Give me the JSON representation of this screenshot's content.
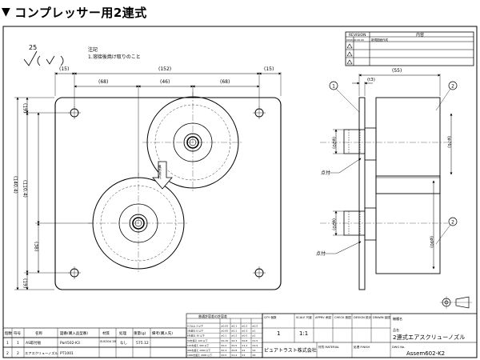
{
  "heading": {
    "triangle": "▼",
    "title": "コンプレッサー用2連式"
  },
  "notes": {
    "caption": "注記",
    "item1": "1.溶接後焼け取りのこと",
    "finish_symbol": "▽/(▽)",
    "finish_value": "25"
  },
  "revision": {
    "col_revision": "REVISION",
    "col_content": "内容",
    "row1_date": "0000.00.00.00",
    "row1_text": "新規図面作成"
  },
  "front_view": {
    "dim_top": [
      "(15)",
      "(152)",
      "(15)"
    ],
    "dim_second": [
      "(68)",
      "(46)",
      "(68)"
    ],
    "dim_left": [
      "(19)",
      "(140.4)",
      "(110.4)",
      "(38)",
      "(19)"
    ],
    "flow_arrow": "風の流れ"
  },
  "side_view": {
    "balloon1": "1",
    "balloon2": "2",
    "balloon3": "2",
    "dim_top": "(55)",
    "dim_small": "(t3)",
    "dim_d20_a": "(φ20)",
    "dim_d76": "(φ76)",
    "dim_d20_b": "(φ20)",
    "dim_d90": "(φ90)",
    "weld_label_1": "点付",
    "weld_label_2": "点付"
  },
  "accuracy_table": {
    "title": "普通許容差の許容差",
    "rows": [
      [
        "0.5以上 3 以下",
        "±0.05",
        "±0.1",
        "±0.2",
        "±0.5"
      ],
      [
        "3を超え 6 以下",
        "±0.05",
        "±0.1",
        "±0.3",
        "±1"
      ],
      [
        "6を超え 30 以下",
        "±0.1",
        "±0.2",
        "±0.5",
        "±1"
      ],
      [
        "30を超え 120 以下",
        "±0.15",
        "±0.3",
        "±0.8",
        "±1.5"
      ],
      [
        "120を超え 400 以下",
        "±0.2",
        "±0.5",
        "±1.2",
        "±2.5"
      ],
      [
        "400を超え 1000 以下",
        "±0.3",
        "±0.8",
        "±2",
        "±4"
      ],
      [
        "1000を超え 2000 以下",
        "±0.5",
        "±1.2",
        "±3",
        "±6"
      ]
    ]
  },
  "parts_list": {
    "headers": [
      "個数",
      "符号",
      "名称",
      "図番(購入品型番)",
      "材質",
      "処理",
      "重量(g)",
      "備考(購入先)"
    ],
    "rows": [
      [
        "1",
        "1",
        "AS取付板",
        "Part502-K3",
        "SUS304 2B",
        "なし",
        "575.12",
        ""
      ],
      [
        "2",
        "2",
        "エアスクリューノズル",
        "PT1001",
        "",
        "",
        "",
        ""
      ]
    ]
  },
  "title_block": {
    "qty_label": "QTY 個数",
    "qty": "1",
    "scale_label": "SCALE 尺度",
    "scale": "1:1",
    "approved": "APPRV 承認",
    "checked": "CHECK 検図",
    "design": "DESIGN 設計",
    "drawn": "DRAWN 製図",
    "name_label": "機種名",
    "name_sub": "品名",
    "name_value": "2連式エアスクリューノズル",
    "company": "ピュアトラスト株式会社",
    "material_label": "材質 MATERIAL",
    "finish_label": "処理 FINISH",
    "dwg_label": "DWG No.",
    "dwg_value": "Assem602-K2"
  }
}
